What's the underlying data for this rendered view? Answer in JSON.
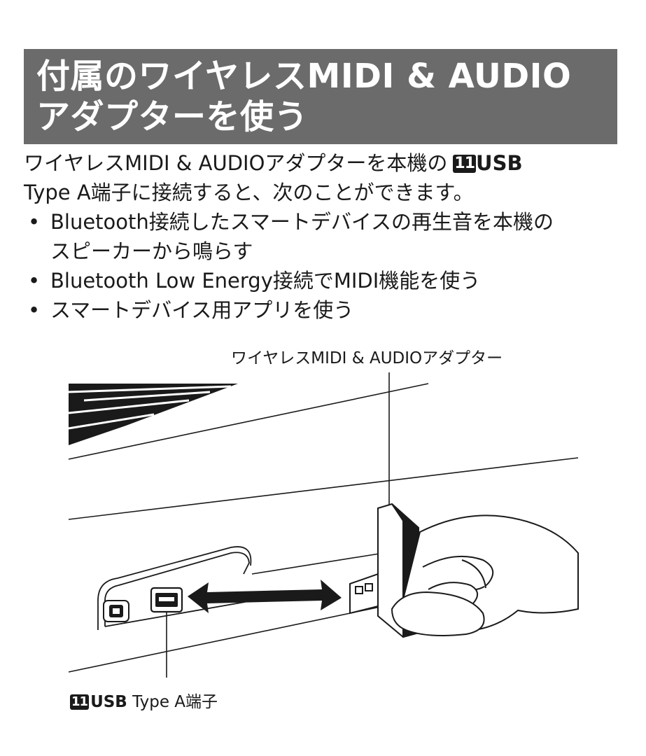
{
  "title": {
    "line1": "付属のワイヤレスMIDI & AUDIO",
    "line2": "アダプターを使う"
  },
  "intro": {
    "line1_text": "ワイヤレスMIDI & AUDIOアダプターを本機の",
    "line1_badge": "11",
    "line1_bold": "USB",
    "line2": "Type A端子に接続すると、次のことができます。"
  },
  "bullet_marker": "•",
  "bullets": [
    {
      "line1": "Bluetooth接続したスマートデバイスの再生音を本機の",
      "line2": "スピーカーから鳴らす"
    },
    {
      "line1": "Bluetooth Low Energy接続でMIDI機能を使う"
    },
    {
      "line1": "スマートデバイス用アプリを使う"
    }
  ],
  "figure": {
    "adapter_label": "ワイヤレスMIDI & AUDIOアダプター",
    "port_badge": "11",
    "port_label_bold": "USB",
    "port_label": " Type A端子"
  },
  "colors": {
    "title_bg": "#6b6b6b",
    "title_text": "#ffffff",
    "text": "#1a1a1a"
  }
}
